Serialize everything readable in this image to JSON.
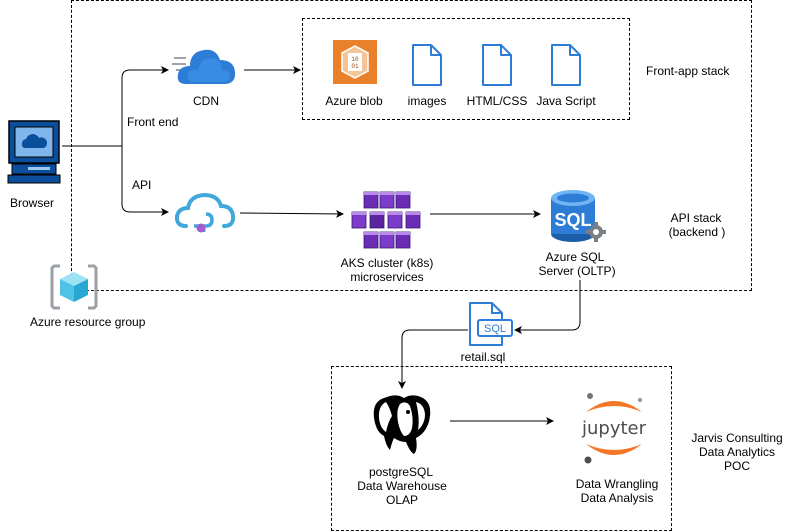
{
  "labels": {
    "browser": "Browser",
    "front_end": "Front end",
    "api": "API",
    "cdn": "CDN",
    "azure_blob": "Azure blob",
    "images": "images",
    "html_css": "HTML/CSS",
    "java_script": "Java Script",
    "front_app_stack": "Front-app stack",
    "aks_line1": "AKS cluster (k8s)",
    "aks_line2": "microservices",
    "sql_line1": "Azure SQL",
    "sql_line2": "Server (OLTP)",
    "api_stack_line1": "API stack",
    "api_stack_line2": "(backend )",
    "resource_group": "Azure resource group",
    "retail_sql": "retail.sql",
    "pg_line1": "postgreSQL",
    "pg_line2": "Data Warehouse",
    "pg_line3": "OLAP",
    "dw_line1": "Data Wrangling",
    "dw_line2": "Data Analysis",
    "poc_line1": "Jarvis Consulting",
    "poc_line2": "Data Analytics",
    "poc_line3": "POC"
  },
  "icons": {
    "browser": "computer-monitor-icon",
    "cdn": "cloud-icon",
    "azure_blob": "blob-storage-icon",
    "images": "document-icon",
    "html_css": "document-icon",
    "java_script": "document-icon",
    "api": "api-management-icon",
    "aks": "kubernetes-cubes-icon",
    "sql": "sql-database-icon",
    "resource_group": "resource-group-cube-icon",
    "retail_sql": "sql-file-icon",
    "postgres": "postgresql-elephant-icon",
    "jupyter": "jupyter-icon"
  },
  "colors": {
    "azure_blue": "#2d7cd6",
    "aks_purple": "#6b2db5",
    "blob_orange": "#e8812a",
    "jupyter_orange": "#f37726"
  }
}
